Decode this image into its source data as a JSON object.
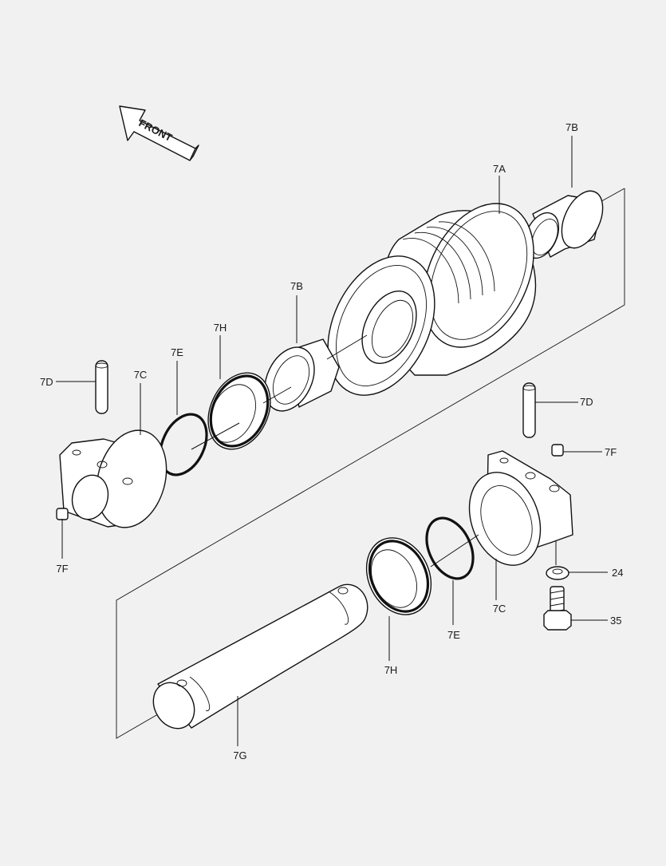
{
  "front_arrow_label": "FRONT",
  "callouts": {
    "c7A": "7A",
    "c7B_top": "7B",
    "c7B_mid": "7B",
    "c7C_left": "7C",
    "c7C_right": "7C",
    "c7D_left": "7D",
    "c7D_right": "7D",
    "c7E_left": "7E",
    "c7E_right": "7E",
    "c7F_left": "7F",
    "c7F_right": "7F",
    "c7G": "7G",
    "c7H_top": "7H",
    "c7H_bottom": "7H",
    "c24": "24",
    "c35": "35"
  },
  "colors": {
    "background": "#f1f1f1",
    "line": "#111111",
    "fill": "#ffffff"
  }
}
